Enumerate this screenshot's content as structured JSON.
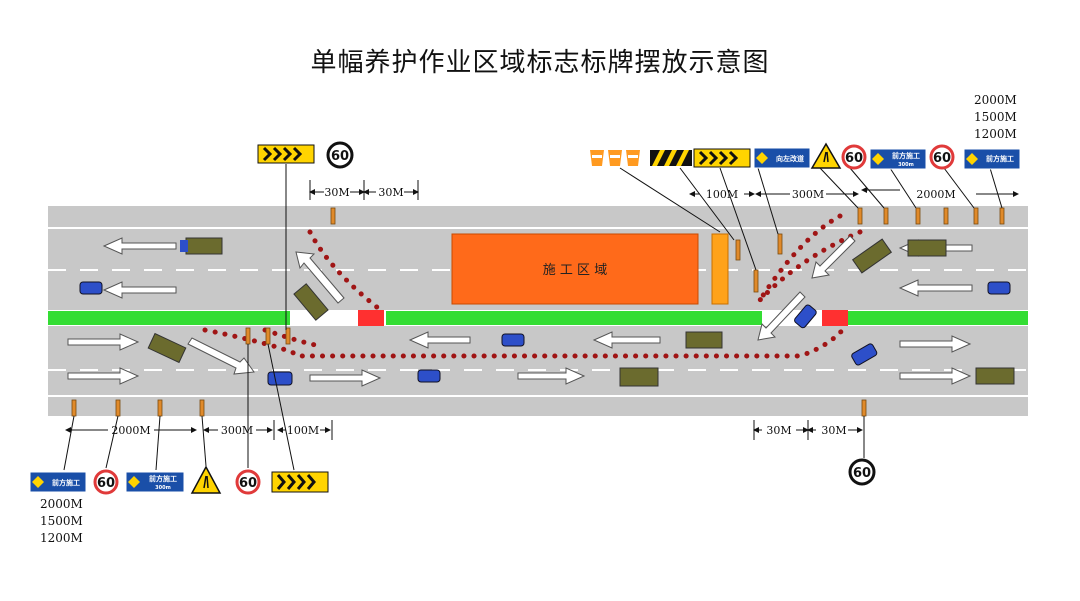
{
  "title": "单幅养护作业区域标志标牌摆放示意图",
  "work_zone_label": "施 工 区 域",
  "speed_limit": "60",
  "signs": {
    "ahead_construction": "前方施工",
    "ahead_construction_sub": "300m",
    "merge_left": "向左改道"
  },
  "distances_top_right": [
    "2000M",
    "1500M",
    "1200M"
  ],
  "distances_bottom_left": [
    "2000M",
    "1500M",
    "1200M"
  ],
  "dimensions": {
    "d30": "30M",
    "d100": "100M",
    "d300": "300M",
    "d2000": "2000M"
  },
  "colors": {
    "road": "#c9c9c9",
    "median": "#33dd33",
    "work_zone": "#ff6a1a",
    "sign_blue": "#1a4fa8",
    "cone": "#a01515",
    "barrier": "#ff3030"
  }
}
